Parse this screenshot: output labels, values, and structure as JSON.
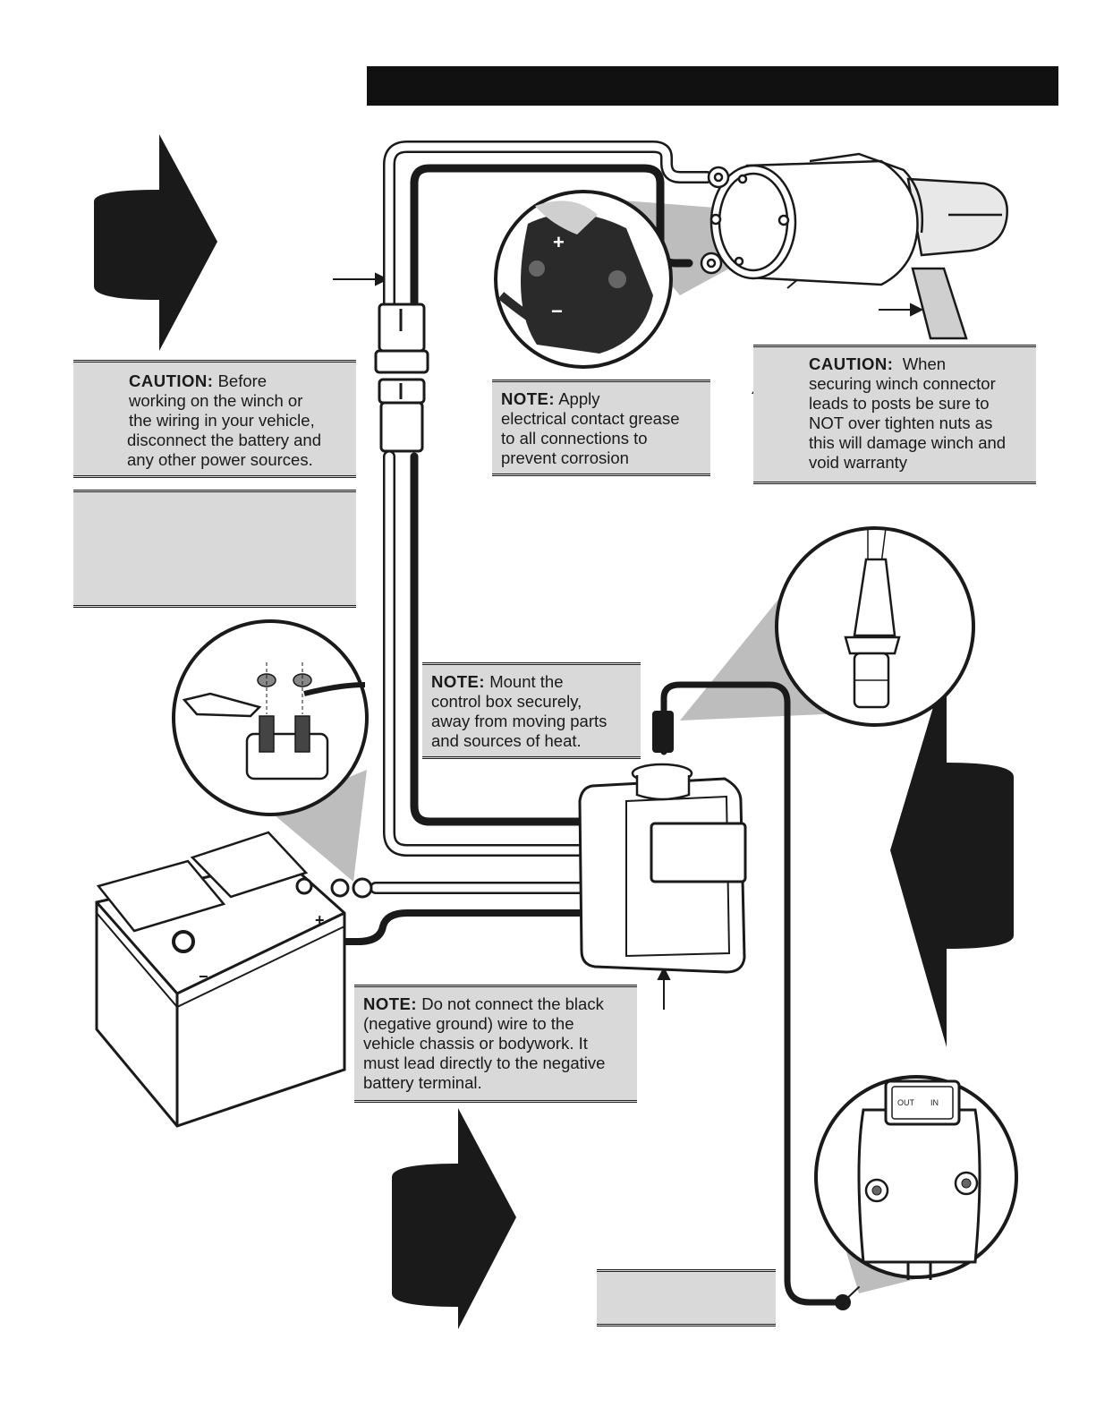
{
  "caution_battery": {
    "label": "CAUTION:",
    "lines": [
      "Before",
      "working on the winch or",
      "the wiring in your vehicle,",
      "disconnect the battery and",
      "any other power sources."
    ]
  },
  "note_grease": {
    "label": "NOTE:",
    "lines": [
      "Apply",
      "electrical contact grease",
      "to all connections to",
      "prevent corrosion"
    ]
  },
  "caution_posts": {
    "label": "CAUTION:",
    "lines": [
      "When",
      "securing winch connector",
      "leads to posts be sure to",
      "NOT over tighten nuts as",
      "this will damage winch and",
      "void warranty"
    ]
  },
  "note_control_box": {
    "label": "NOTE:",
    "lines": [
      "Mount the",
      "control box securely,",
      "away from moving parts",
      "and sources of heat."
    ]
  },
  "note_ground": {
    "label": "NOTE:",
    "lines": [
      "Do not connect the black",
      "(negative ground) wire to the",
      "vehicle chassis or bodywork. It",
      "must lead directly to the negative",
      "battery terminal."
    ]
  },
  "motor_polarity": {
    "plus": "+",
    "minus": "−"
  },
  "battery_polarity": {
    "plus": "+",
    "minus": "−"
  },
  "switch_labels": {
    "out": "OUT",
    "in": "IN"
  },
  "colors": {
    "panel": "#d9d9d9",
    "ink": "#1a1a1a",
    "header_bar": "#111111"
  }
}
